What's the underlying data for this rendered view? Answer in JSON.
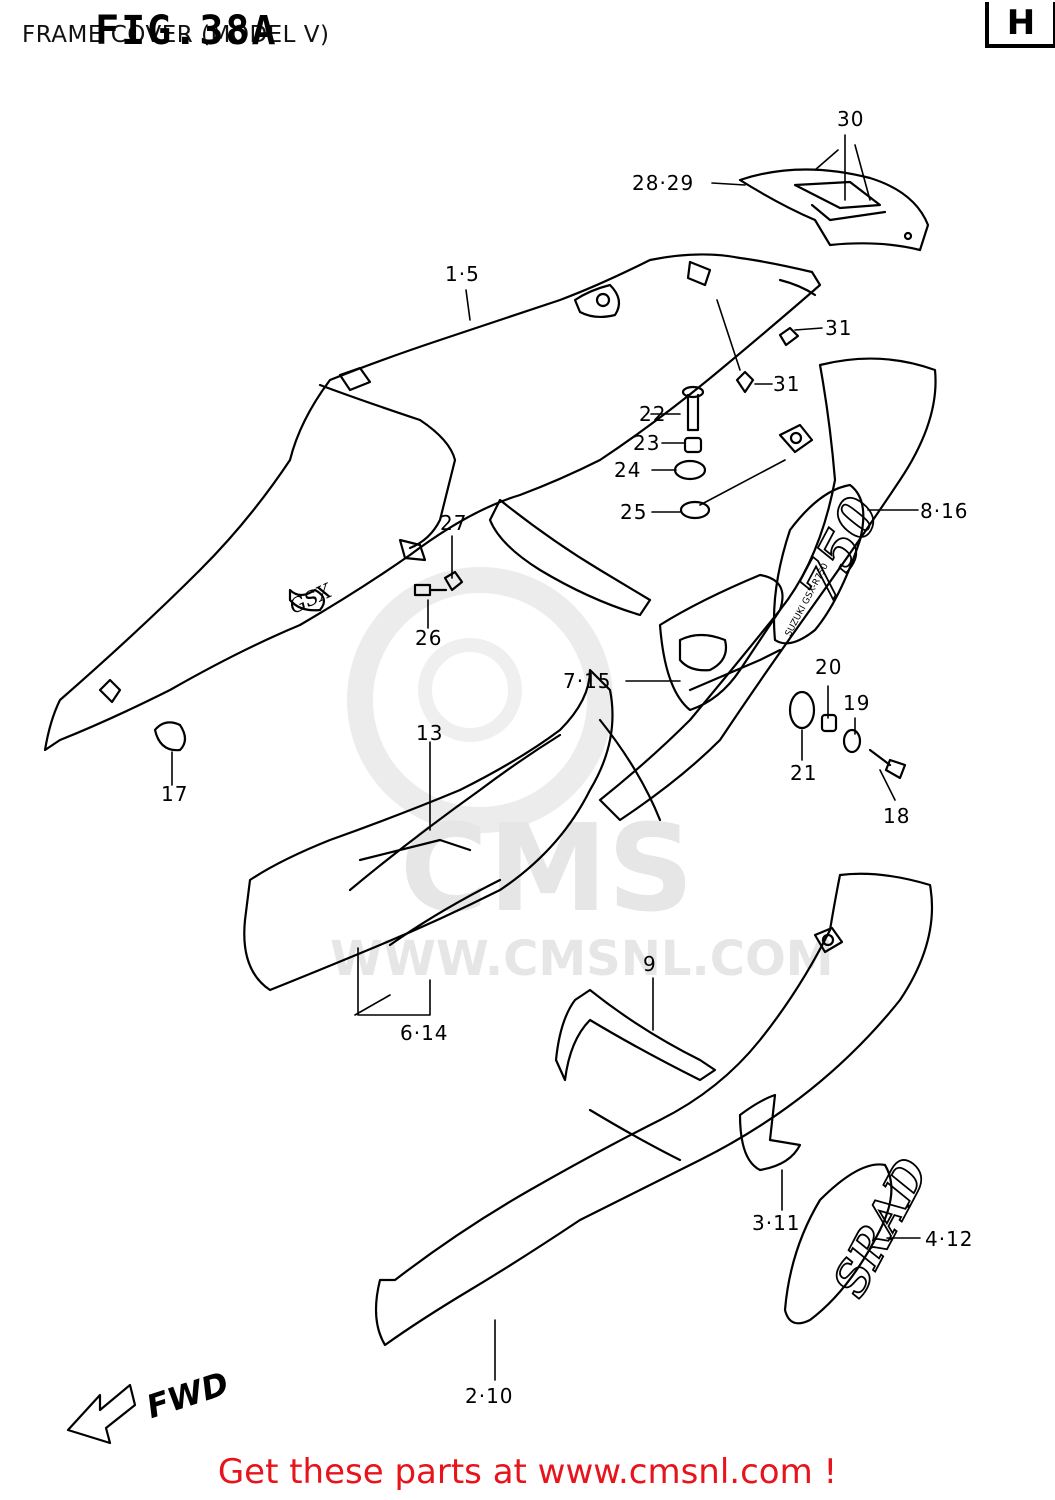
{
  "header": {
    "fig_label": "FIG.38A",
    "title": "FRAME COVER (MODEL V)",
    "section_badge": "H"
  },
  "watermark": {
    "brand": "CMS",
    "url": "WWW.CMSNL.COM"
  },
  "direction_label": "FWD",
  "decals": {
    "tail_badge": "750",
    "tail_badge_sub": "SUZUKI GSX-R750",
    "side_badge": "SRAD",
    "tank_logo": "GSX"
  },
  "part_labels": [
    {
      "id": "p30",
      "text": "30"
    },
    {
      "id": "p28-29",
      "text": "28·29"
    },
    {
      "id": "p1-5",
      "text": "1·5"
    },
    {
      "id": "p31a",
      "text": "31"
    },
    {
      "id": "p31b",
      "text": "31"
    },
    {
      "id": "p22",
      "text": "22"
    },
    {
      "id": "p23",
      "text": "23"
    },
    {
      "id": "p24",
      "text": "24"
    },
    {
      "id": "p25",
      "text": "25"
    },
    {
      "id": "p8-16",
      "text": "8·16"
    },
    {
      "id": "p27",
      "text": "27"
    },
    {
      "id": "p26",
      "text": "26"
    },
    {
      "id": "p7-15",
      "text": "7·15"
    },
    {
      "id": "p20",
      "text": "20"
    },
    {
      "id": "p19",
      "text": "19"
    },
    {
      "id": "p21",
      "text": "21"
    },
    {
      "id": "p18",
      "text": "18"
    },
    {
      "id": "p17",
      "text": "17"
    },
    {
      "id": "p13",
      "text": "13"
    },
    {
      "id": "p6-14",
      "text": "6·14"
    },
    {
      "id": "p9",
      "text": "9"
    },
    {
      "id": "p3-11",
      "text": "3·11"
    },
    {
      "id": "p4-12",
      "text": "4·12"
    },
    {
      "id": "p2-10",
      "text": "2·10"
    }
  ],
  "footer": {
    "text": "Get these parts at www.cmsnl.com !",
    "color": "#e8141c"
  }
}
